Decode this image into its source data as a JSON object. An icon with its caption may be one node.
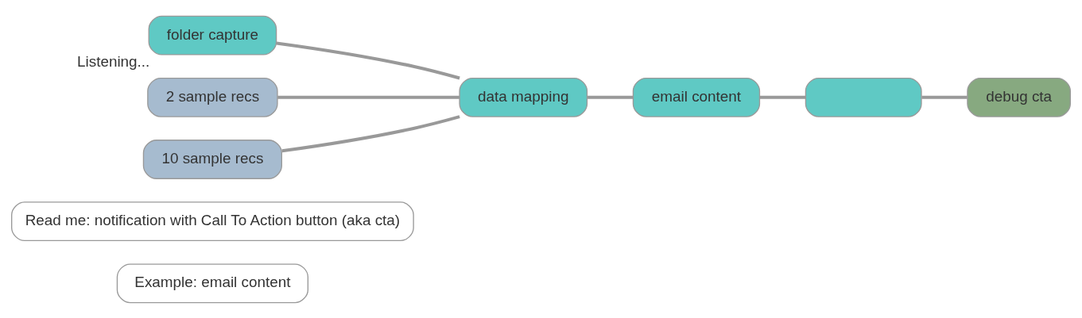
{
  "diagram": {
    "nodes": [
      {
        "text": [
          "Example: email content"
        ]
      },
      {
        "text": [
          "Read me: notification with Call To Action button (aka cta)"
        ]
      },
      {
        "text": [
          "folder capture"
        ],
        "beside": [
          "Listening..."
        ]
      },
      {
        "text": [
          "2 sample recs"
        ]
      },
      {
        "text": [
          "10 sample recs"
        ]
      },
      {
        "text": [
          "data mapping"
        ]
      },
      {
        "text": [
          "email content"
        ]
      },
      {
        "text": [],
        "shape": "box"
      },
      {
        "text": [
          "debug cta"
        ]
      }
    ],
    "edges": [
      {
        "from": 2,
        "to": 5,
        "arrow": "none"
      },
      {
        "from": 3,
        "to": 5,
        "arrow": "none"
      },
      {
        "from": 4,
        "to": 5,
        "arrow": "none"
      },
      {
        "from": 5,
        "to": 6,
        "arrow": "none"
      },
      {
        "from": 6,
        "to": 7,
        "arrow": "none"
      },
      {
        "from": 7,
        "to": 8,
        "arrow": "none"
      }
    ]
  }
}
